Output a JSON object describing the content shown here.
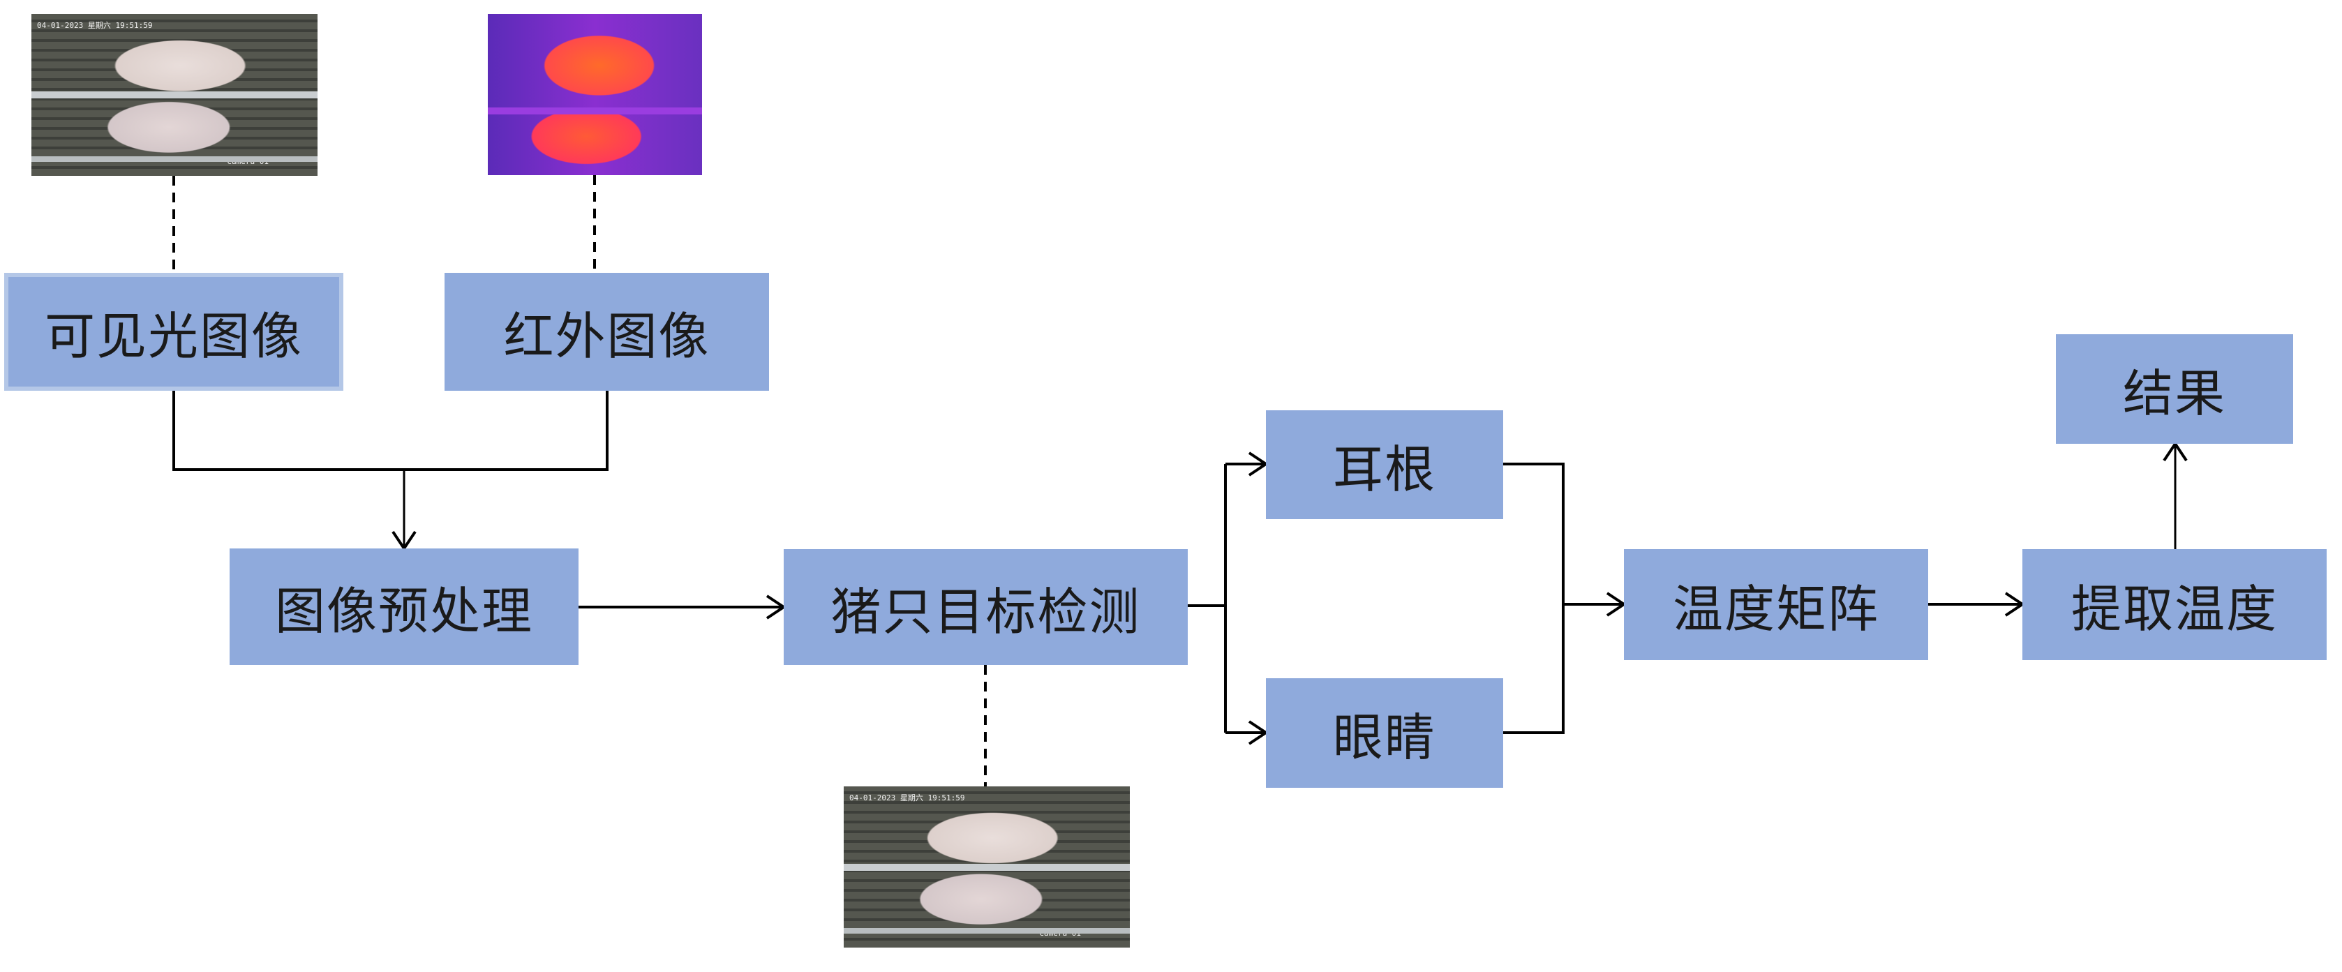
{
  "diagram": {
    "colors": {
      "box_fill": "#8FAADC",
      "box_border": "#B4C7E7",
      "line": "#000000"
    },
    "nodes": {
      "visible_image": "可见光图像",
      "infrared_image": "红外图像",
      "preprocessing": "图像预处理",
      "pig_detection": "猪只目标检测",
      "ear_root": "耳根",
      "eyes": "眼睛",
      "temperature_matrix": "温度矩阵",
      "extract_temperature": "提取温度",
      "result": "结果"
    },
    "images": {
      "visible_top": {
        "timestamp": "04-01-2023 星期六 19:51:59",
        "camera": "Camera 01"
      },
      "infrared_top": {},
      "visible_detection": {
        "timestamp": "04-01-2023 星期六 19:51:59",
        "camera": "Camera 01"
      }
    },
    "edges": [
      {
        "from": "visible_image",
        "to": "preprocessing",
        "style": "solid-arrow"
      },
      {
        "from": "infrared_image",
        "to": "preprocessing",
        "style": "solid-arrow"
      },
      {
        "from": "preprocessing",
        "to": "pig_detection",
        "style": "solid-arrow"
      },
      {
        "from": "pig_detection",
        "to": "ear_root",
        "style": "solid-arrow"
      },
      {
        "from": "pig_detection",
        "to": "eyes",
        "style": "solid-arrow"
      },
      {
        "from": "ear_root",
        "to": "temperature_matrix",
        "style": "solid-arrow"
      },
      {
        "from": "eyes",
        "to": "temperature_matrix",
        "style": "solid-arrow"
      },
      {
        "from": "temperature_matrix",
        "to": "extract_temperature",
        "style": "solid-arrow"
      },
      {
        "from": "extract_temperature",
        "to": "result",
        "style": "solid-arrow"
      },
      {
        "from": "visible_top",
        "to": "visible_image",
        "style": "dashed"
      },
      {
        "from": "infrared_top",
        "to": "infrared_image",
        "style": "dashed"
      },
      {
        "from": "pig_detection",
        "to": "visible_detection",
        "style": "dashed"
      }
    ]
  }
}
